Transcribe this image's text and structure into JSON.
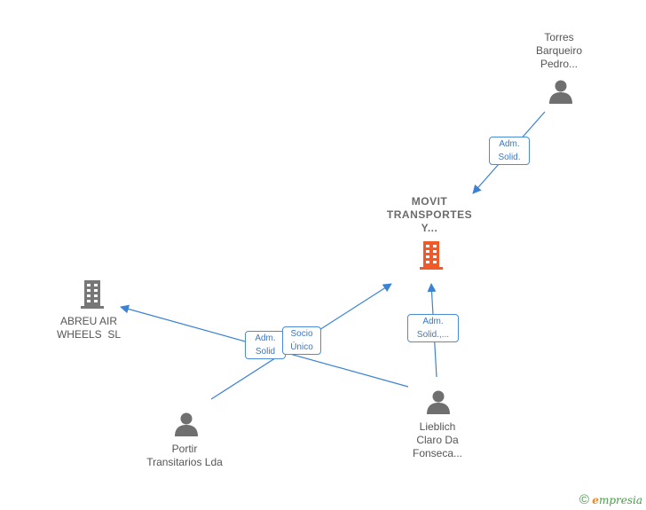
{
  "nodes": {
    "movit": {
      "label_lines": [
        "MOVIT",
        "TRANSPORTES",
        "Y..."
      ],
      "type": "company",
      "color": "#f05a28"
    },
    "torres": {
      "label_lines": [
        "Torres",
        "Barqueiro",
        "Pedro..."
      ],
      "type": "person"
    },
    "abreu": {
      "label_lines": [
        "ABREU AIR",
        "WHEELS  SL"
      ],
      "type": "company",
      "color": "#777777"
    },
    "portir": {
      "label_lines": [
        "Portir",
        "Transitarios Lda"
      ],
      "type": "person"
    },
    "lieblich": {
      "label_lines": [
        "Lieblich",
        "Claro Da",
        "Fonseca..."
      ],
      "type": "person"
    }
  },
  "edges": [
    {
      "from": "torres",
      "to": "movit",
      "label_lines": [
        "Adm.",
        "Solid."
      ]
    },
    {
      "from": "lieblich",
      "to": "movit",
      "label_lines": [
        "Adm.",
        "Solid.,..."
      ]
    },
    {
      "from": "lieblich",
      "to": "abreu",
      "label_lines": [
        "Adm.",
        "Solid"
      ]
    },
    {
      "from": "portir",
      "to": "movit",
      "label_lines": [
        "Socio",
        "Único"
      ]
    }
  ],
  "footer": {
    "copyright": "©",
    "brand_initial": "e",
    "brand_rest": "mpresia"
  },
  "colors": {
    "edge": "#3b82d6",
    "person_icon": "#6f6f6f"
  }
}
